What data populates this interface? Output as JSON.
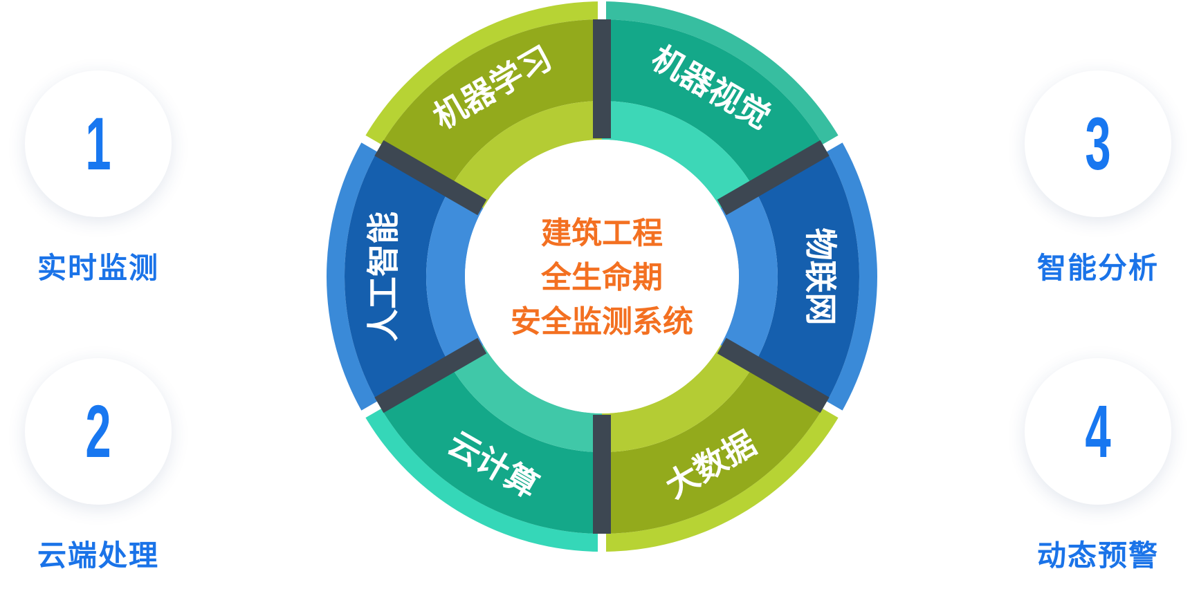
{
  "center": {
    "lines": [
      "建筑工程",
      "全生命期",
      "安全监测系统"
    ]
  },
  "segments": [
    {
      "label": "机器视觉",
      "colors": {
        "outer": "#37bea0",
        "main": "#14a889",
        "inner": "#3dd7b7"
      }
    },
    {
      "label": "物联网",
      "colors": {
        "outer": "#3a8ad8",
        "main": "#155fae",
        "inner": "#3f8ddb"
      }
    },
    {
      "label": "大数据",
      "colors": {
        "outer": "#b7d334",
        "main": "#93aa1c",
        "inner": "#b4cc34"
      }
    },
    {
      "label": "云计算",
      "colors": {
        "outer": "#35d7b8",
        "main": "#14a889",
        "inner": "#40c8a8"
      }
    },
    {
      "label": "人工智能",
      "colors": {
        "outer": "#3a8ad8",
        "main": "#155fae",
        "inner": "#3f8ddb"
      }
    },
    {
      "label": "机器学习",
      "colors": {
        "outer": "#b7d334",
        "main": "#93aa1c",
        "inner": "#b4cc34"
      }
    }
  ],
  "separator_color": "#3d4752",
  "features": [
    {
      "number": "1",
      "label": "实时监测"
    },
    {
      "number": "2",
      "label": "云端处理"
    },
    {
      "number": "3",
      "label": "智能分析"
    },
    {
      "number": "4",
      "label": "动态预警"
    }
  ],
  "colors": {
    "accent_blue": "#1a73e8",
    "center_orange": "#f37021"
  }
}
